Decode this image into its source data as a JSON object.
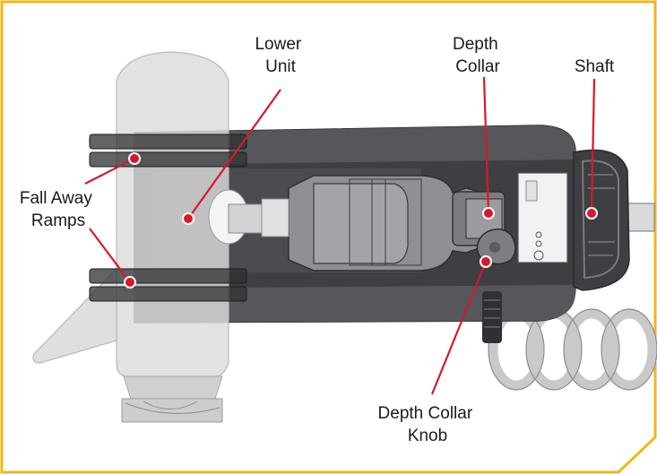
{
  "colors": {
    "frame": "#F2B51C",
    "callout": "#D7192A",
    "motor_dark": "#3e3f43",
    "motor_mid": "#6f7074",
    "ghost": "#dcdcdc",
    "shaft": "#d9d9d9"
  },
  "labels": {
    "lower_unit": [
      "Lower",
      "Unit"
    ],
    "depth_collar": [
      "Depth",
      "Collar"
    ],
    "shaft": [
      "Shaft"
    ],
    "fall_away_ramps": [
      "Fall Away",
      "Ramps"
    ],
    "depth_collar_knob": [
      "Depth Collar",
      "Knob"
    ]
  }
}
